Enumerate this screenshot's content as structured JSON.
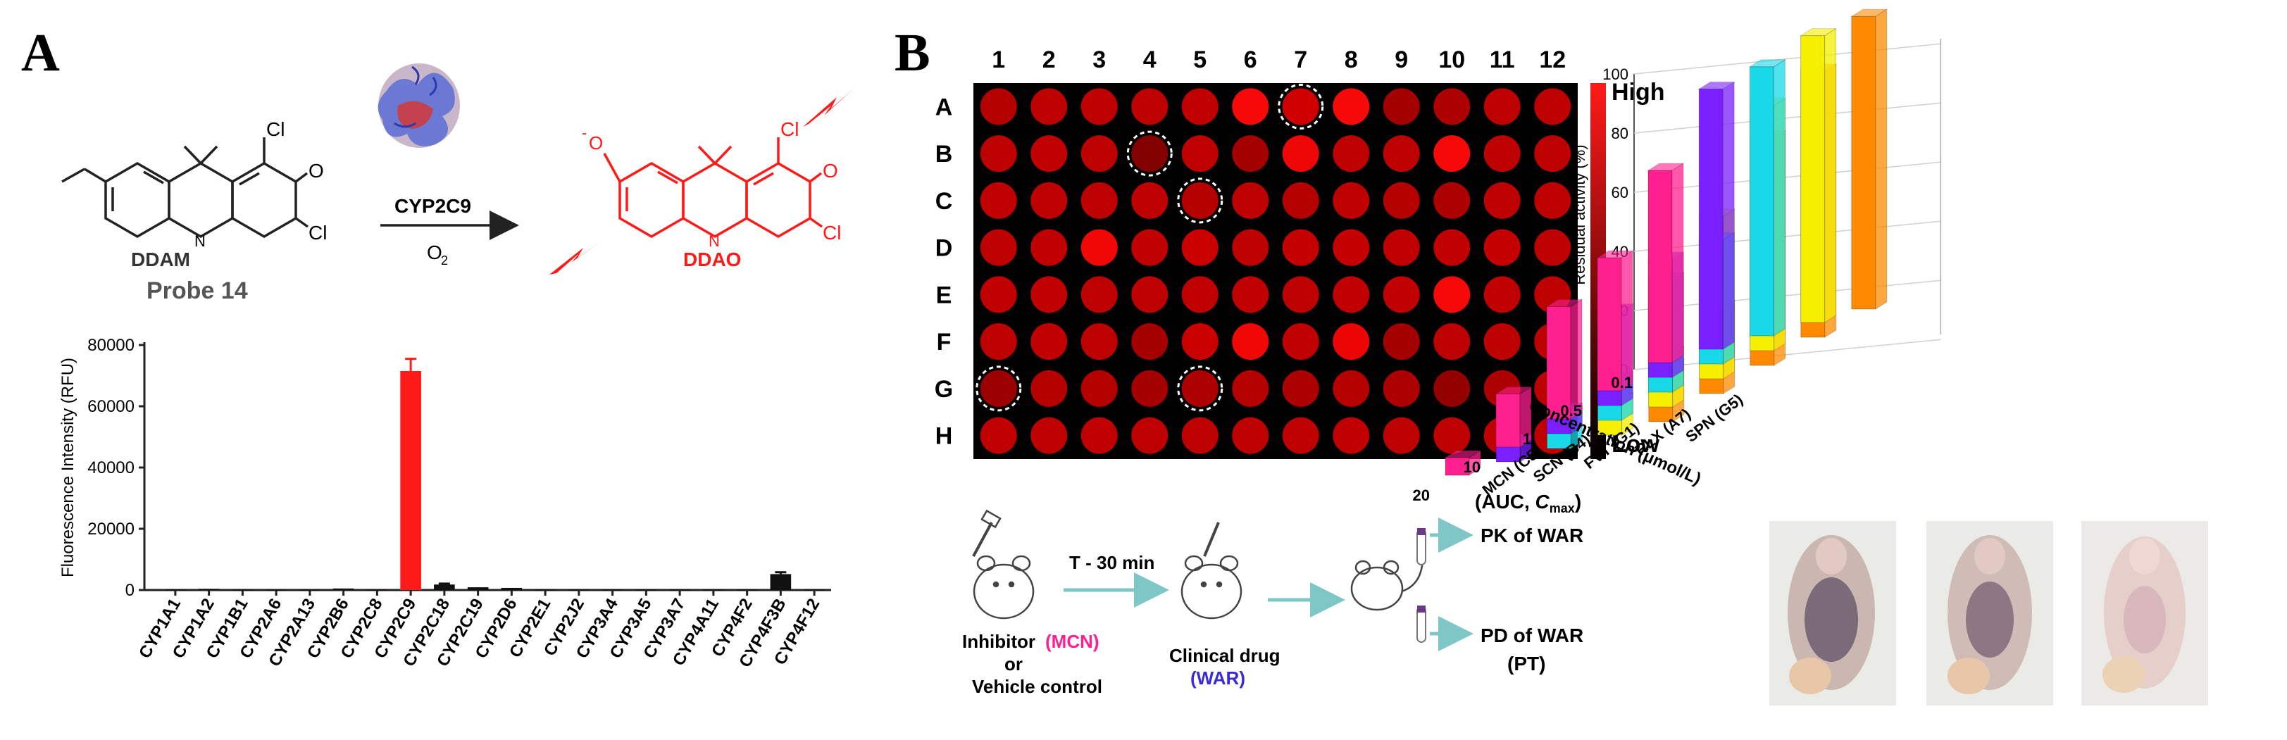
{
  "panel_a": {
    "label": "A",
    "reaction": {
      "reactant_name": "DDAM",
      "probe_label": "Probe 14",
      "enzyme": "CYP2C9",
      "cofactor": "O",
      "cofactor_sub": "2",
      "product_name": "DDAO",
      "atom_cl": "Cl",
      "atom_o": "O",
      "atom_n": "N",
      "charge": "-",
      "accent_color": "#ff1a1a"
    },
    "chart_data": {
      "type": "bar",
      "title": "",
      "xlabel": "",
      "ylabel": "Fluorescence Intensity (RFU)",
      "ylim": [
        0,
        80000
      ],
      "yticks": [
        "0",
        "20000",
        "40000",
        "60000",
        "80000"
      ],
      "categories": [
        "CYP1A1",
        "CYP1A2",
        "CYP1B1",
        "CYP2A6",
        "CYP2A13",
        "CYP2B6",
        "CYP2C8",
        "CYP2C9",
        "CYP2C18",
        "CYP2C19",
        "CYP2D6",
        "CYP2E1",
        "CYP2J2",
        "CYP3A4",
        "CYP3A5",
        "CYP3A7",
        "CYP4A11",
        "CYP4F2",
        "CYP4F3B",
        "CYP4F12"
      ],
      "values": [
        200,
        400,
        150,
        120,
        150,
        500,
        150,
        71500,
        1800,
        900,
        700,
        150,
        150,
        150,
        150,
        150,
        150,
        150,
        5200,
        150
      ],
      "errors": [
        0,
        0,
        0,
        0,
        0,
        0,
        0,
        4000,
        300,
        0,
        0,
        0,
        0,
        0,
        0,
        0,
        0,
        0,
        600,
        0
      ],
      "highlight_category": "CYP2C9",
      "bar_color": "#111111",
      "highlight_color": "#ff1a1a"
    }
  },
  "panel_b": {
    "label": "B",
    "plate": {
      "columns": [
        "1",
        "2",
        "3",
        "4",
        "5",
        "6",
        "7",
        "8",
        "9",
        "10",
        "11",
        "12"
      ],
      "rows": [
        "A",
        "B",
        "C",
        "D",
        "E",
        "F",
        "G",
        "H"
      ],
      "intensity": [
        [
          0.55,
          0.6,
          0.6,
          0.6,
          0.62,
          0.95,
          0.7,
          0.95,
          0.45,
          0.5,
          0.6,
          0.6
        ],
        [
          0.6,
          0.62,
          0.6,
          0.25,
          0.62,
          0.45,
          0.9,
          0.6,
          0.6,
          0.95,
          0.6,
          0.6
        ],
        [
          0.62,
          0.6,
          0.6,
          0.6,
          0.55,
          0.6,
          0.55,
          0.6,
          0.55,
          0.5,
          0.6,
          0.6
        ],
        [
          0.6,
          0.62,
          0.92,
          0.62,
          0.68,
          0.6,
          0.65,
          0.65,
          0.62,
          0.62,
          0.65,
          0.6
        ],
        [
          0.62,
          0.62,
          0.6,
          0.6,
          0.62,
          0.62,
          0.6,
          0.62,
          0.62,
          0.95,
          0.62,
          0.6
        ],
        [
          0.6,
          0.62,
          0.6,
          0.45,
          0.68,
          0.92,
          0.62,
          0.88,
          0.45,
          0.6,
          0.6,
          0.6
        ],
        [
          0.4,
          0.55,
          0.55,
          0.45,
          0.5,
          0.55,
          0.5,
          0.55,
          0.5,
          0.35,
          0.5,
          0.6
        ],
        [
          0.62,
          0.6,
          0.62,
          0.6,
          0.6,
          0.6,
          0.6,
          0.62,
          0.6,
          0.6,
          0.62,
          0.62
        ]
      ],
      "circled_wells": [
        "A7",
        "B4",
        "C5",
        "G1",
        "G5"
      ],
      "scale_high": "High",
      "scale_low": "Low"
    },
    "bar3d": {
      "chart_data": {
        "type": "bar",
        "title": "",
        "ylabel": "Residual activity (%)",
        "xlabel": "Concentration (μmol/L)",
        "ylim": [
          0,
          100
        ],
        "yticks": [
          "0",
          "20",
          "40",
          "60",
          "80",
          "100"
        ],
        "categories": [
          "0.1",
          "0.5",
          "1",
          "10",
          "20"
        ],
        "series": [
          {
            "name": "MCN (C5)",
            "color": "#ff1f8f",
            "values": [
              65,
              45,
              38,
              18,
              6
            ]
          },
          {
            "name": "SCN (B4)",
            "color": "#7a1fff",
            "values": [
              88,
              40,
              32,
              8,
              7
            ]
          },
          {
            "name": "FVT (G1)",
            "color": "#19d9e8",
            "values": [
              91,
              42,
              38,
              14,
              12
            ]
          },
          {
            "name": "RLX (A7)",
            "color": "#f5f000",
            "values": [
              97,
              83,
              55,
              18,
              12
            ]
          },
          {
            "name": "SPN (G5)",
            "color": "#ff8a00",
            "values": [
              99,
              90,
              77,
              29,
              19
            ]
          }
        ]
      }
    },
    "scheme": {
      "inhibitor_label": "Inhibitor",
      "inhibitor_drug": "(MCN)",
      "or_label": "or",
      "vehicle_label": "Vehicle control",
      "time_label": "T - 30 min",
      "clinical_label": "Clinical drug",
      "clinical_drug": "(WAR)",
      "pk_params_open": "(AUC, ",
      "pk_params_c": "C",
      "pk_params_sub": "max",
      "pk_params_close": ")",
      "pk_label": "PK of WAR",
      "pd_label": "PD of WAR",
      "pd_sub": "(PT)",
      "magenta": "#ff1f8f",
      "blue": "#3a2bd9",
      "arrow_color": "#7fc6c6"
    }
  }
}
